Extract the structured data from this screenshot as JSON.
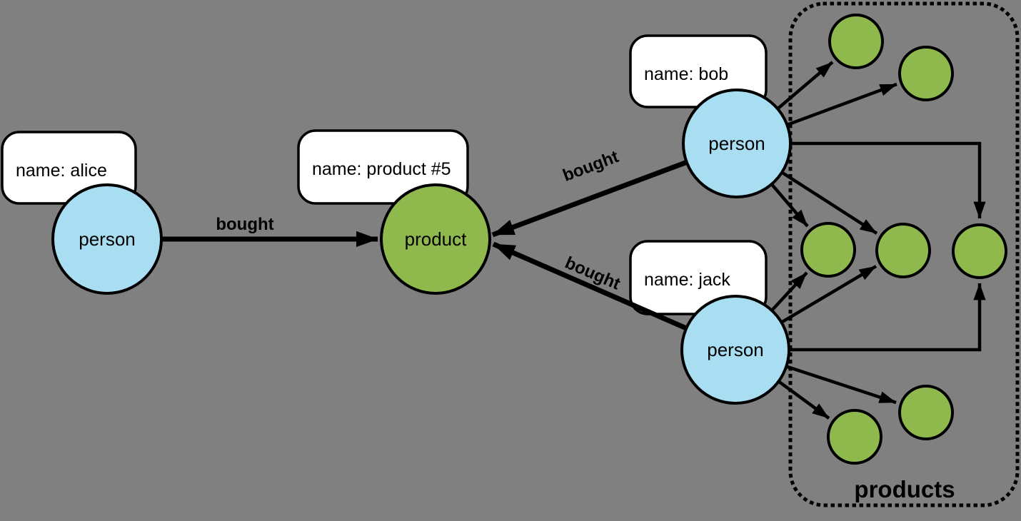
{
  "diagram": {
    "colors": {
      "background": "#808080",
      "person_fill": "#a9def2",
      "product_fill": "#8fb84d",
      "outline": "#000000",
      "note_fill": "#ffffff"
    },
    "group": {
      "label": "products"
    },
    "nodes": {
      "alice": {
        "label": "person",
        "name": "name: alice"
      },
      "bob": {
        "label": "person",
        "name": "name: bob"
      },
      "jack": {
        "label": "person",
        "name": "name: jack"
      },
      "product5": {
        "label": "product",
        "name": "name: product #5"
      }
    },
    "unnamed_product_nodes": {
      "count": 7
    },
    "edges": {
      "alice_product5": {
        "from": "alice",
        "to": "product5",
        "label": "bought"
      },
      "bob_product5": {
        "from": "bob",
        "to": "product5",
        "label": "bought"
      },
      "jack_product5": {
        "from": "jack",
        "to": "product5",
        "label": "bought"
      },
      "bob_unnamed": {
        "from": "bob",
        "to": "unnamed products",
        "count": 5
      },
      "jack_unnamed": {
        "from": "jack",
        "to": "unnamed products",
        "count": 5
      }
    }
  }
}
